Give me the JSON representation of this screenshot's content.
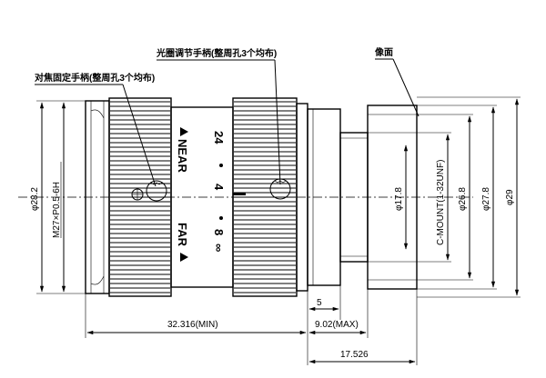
{
  "notes": {
    "focus_handle": "对焦固定手柄(整周孔3个均布)",
    "iris_handle": "光圈调节手柄(整周孔3个均布)",
    "image_plane": "像面"
  },
  "focus_scale": {
    "near": "NEAR",
    "far": "FAR",
    "distances": [
      "24",
      "4",
      "8"
    ],
    "infinity": "∞"
  },
  "dimensions": {
    "d28_2": "φ28.2",
    "thread": "M27×P0.5-6H",
    "d17_8": "φ17.8",
    "c_mount": "C-MOUNT(1-32UNF)",
    "d26_8": "φ26.8",
    "d27_8": "φ27.8",
    "d29": "φ29",
    "len_5": "5",
    "len_32": "32.316(MIN)",
    "len_9": "9.02(MAX)",
    "len_17": "17.526"
  }
}
